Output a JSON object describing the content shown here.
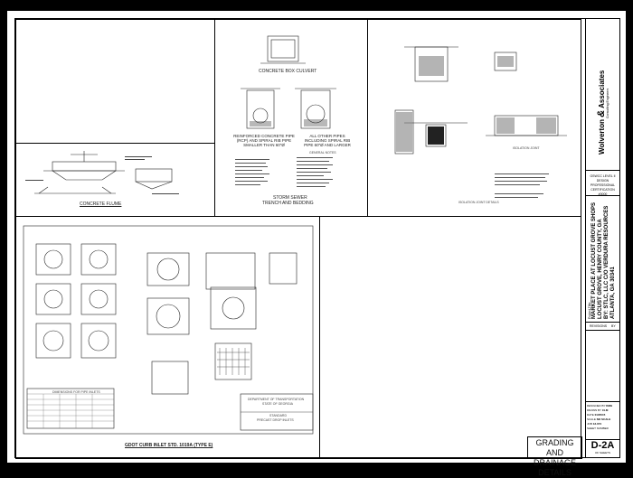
{
  "firm": {
    "name": "Wolverton",
    "name_suffix": "Associates",
    "tagline": "Consulting Engineers"
  },
  "project": {
    "label": "Project Title:",
    "line1": "MARKET PLACE AT LOCUST GROVE SHOPS",
    "line2": "LOCUST GROVE, HENRY COUNTY, GA",
    "line3": "BY: STLC, LLC C/O VERDURA RESOURCES",
    "line4": "ATLANTA, GA 30341"
  },
  "certification": {
    "line1": "GSWCC LEVEL II",
    "line2": "DESIGN PROFESSIONAL",
    "line3": "CERTIFICATION #0000"
  },
  "revisions": {
    "label": "REVISIONS",
    "by": "BY"
  },
  "meta": {
    "designed_by_label": "DESIGNED BY",
    "designed_by": "DMH",
    "drawn_by_label": "DRAWN BY",
    "drawn_by": "CLM",
    "date_label": "DATE",
    "date": "01/05/15",
    "scale_label": "SCALE",
    "scale": "NO SCALE",
    "job_label": "JOB",
    "job": "13-074",
    "sheet_number_label": "SHEET NUMBER",
    "sheet_number": "D-2A",
    "sheet_of": "OF",
    "sheet_total": "SHEETS"
  },
  "sheet_title": {
    "line1": "GRADING AND",
    "line2": "DRAINAGE DETAILS"
  },
  "details": {
    "box_culvert": "CONCRETE BOX CULVERT",
    "rcp_note": "REINFORCED CONCRETE PIPE (RCP) AND SPIRAL RIB PIPE SMALLER THAN 60\"Ø",
    "other_pipes": "ALL OTHER PIPES INCLUDING SPIRAL RIB PIPE 60\"Ø AND LARGER",
    "storm_sewer_1": "STORM SEWER",
    "storm_sewer_2": "TRENCH AND BEDDING",
    "general_notes": "GENERAL NOTES",
    "concrete_flume": "CONCRETE FLUME",
    "isolation_joint": "ISOLATION JOINT",
    "isolation_joint_detail": "ISOLATION JOINT DETAILS",
    "curb_inlet": "GDOT CURB INLET STD. 1019A (TYPE E)",
    "dept": "DEPARTMENT OF TRANSPORTATION",
    "dept_state": "STATE OF GEORGIA",
    "standard": "STANDARD",
    "precast": "PRECAST DROP INLETS",
    "dimensions_table": "DIMENSIONS FOR PIPE INLETS"
  }
}
